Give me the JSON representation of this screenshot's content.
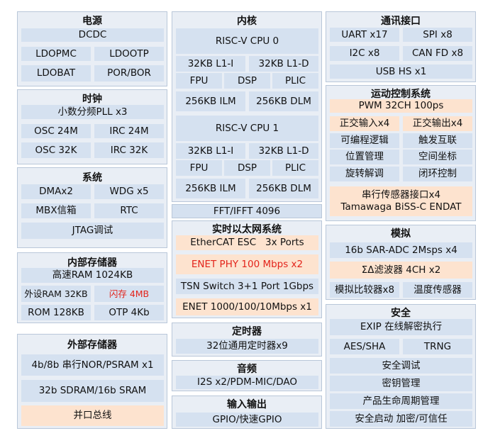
{
  "power": {
    "title": "电源",
    "items": [
      "DCDC",
      "LDOPMC",
      "LDOOTP",
      "LDOBAT",
      "POR/BOR"
    ]
  },
  "clock": {
    "title": "时钟",
    "items": [
      "小数分频PLL x3",
      "OSC 24M",
      "IRC 24M",
      "OSC 32K",
      "IRC 32K"
    ]
  },
  "system": {
    "title": "系统",
    "items": [
      "DMAx2",
      "WDG x5",
      "MBX信箱",
      "RTC",
      "JTAG调试"
    ]
  },
  "internal_memory": {
    "title": "内部存储器",
    "items": [
      "高速RAM 1024KB",
      "外设RAM 32KB",
      "闪存 4MB",
      "ROM 128KB",
      "OTP 4Kb"
    ]
  },
  "external_memory": {
    "title": "外部存储器",
    "items": [
      "4b/8b 串行NOR/PSRAM x1",
      "32b SDRAM/16b SRAM",
      "并口总线"
    ]
  },
  "core": {
    "title": "内核",
    "cpu0": {
      "name": "RISC-V CPU 0",
      "items": [
        "32KB L1-I",
        "32KB L1-D",
        "FPU",
        "DSP",
        "PLIC",
        "256KB ILM",
        "256KB DLM"
      ]
    },
    "cpu1": {
      "name": "RISC-V CPU 1",
      "items": [
        "32KB L1-I",
        "32KB L1-D",
        "FPU",
        "DSP",
        "PLIC",
        "256KB ILM",
        "256KB DLM"
      ]
    }
  },
  "fft": {
    "label": "FFT/IFFT 4096"
  },
  "ethernet": {
    "title": "实时以太网系统",
    "items": [
      "EtherCAT ESC   3x Ports",
      "ENET PHY 100 Mbps x2",
      "TSN Switch  3+1 Port 1Gbps",
      "ENET 1000/100/10Mbps x1"
    ]
  },
  "timer": {
    "title": "定时器",
    "items": [
      "32位通用定时器x9"
    ]
  },
  "audio": {
    "title": "音频",
    "items": [
      "I2S x2/PDM-MIC/DAO"
    ]
  },
  "io": {
    "title": "输入输出",
    "items": [
      "GPIO/快速GPIO"
    ]
  },
  "comm": {
    "title": "通讯接口",
    "items": [
      "UART x17",
      "SPI x8",
      "I2C x8",
      "CAN FD x8",
      "USB HS x1"
    ]
  },
  "motion": {
    "title": "运动控制系统",
    "items": [
      "PWM 32CH 100ps",
      "正交输入x4",
      "正交输出x4",
      "可编程逻辑",
      "触发互联",
      "位置管理",
      "空间坐标",
      "旋转解调",
      "闭环控制",
      "串行传感器接口x4",
      "Tamawaga BiSS-C ENDAT"
    ]
  },
  "analog": {
    "title": "模拟",
    "items": [
      "16b SAR-ADC 2Msps x4",
      "ΣΔ滤波器 4CH x2",
      "模拟比较器x8",
      "温度传感器"
    ]
  },
  "security": {
    "title": "安全",
    "items": [
      "EXIP 在线解密执行",
      "AES/SHA",
      "TRNG",
      "安全调试",
      "密钥管理",
      "产品生命周期管理",
      "安全启动 加密/可信任"
    ]
  },
  "colors": {
    "panel_bg": "#e9eef5",
    "cell_bg": "#d5e1f0",
    "highlight_bg": "#fde3cf",
    "highlight_text": "#e3241b"
  }
}
